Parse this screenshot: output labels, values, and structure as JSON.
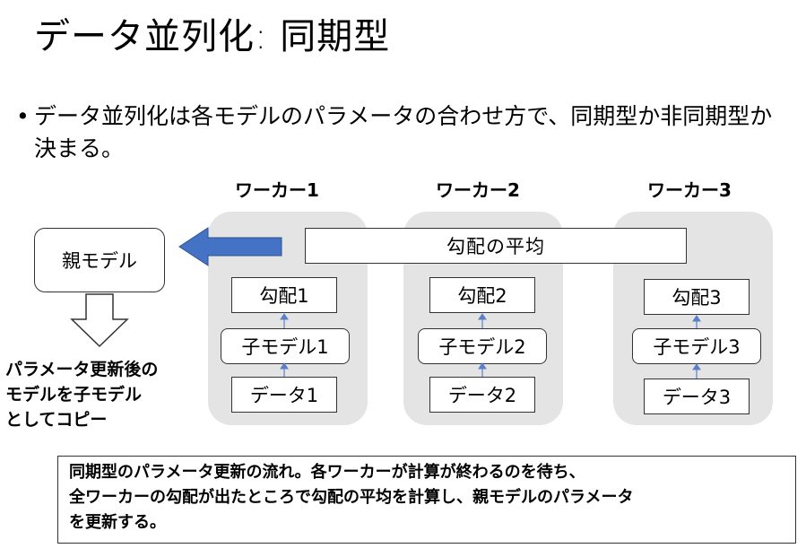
{
  "title": "データ並列化: 同期型",
  "bullet": "データ並列化は各モデルのパラメータの合わせ方で、同期型か非同期型か決まる。",
  "workers": [
    {
      "label": "ワーカー1",
      "grad": "勾配1",
      "model": "子モデル1",
      "data": "データ1"
    },
    {
      "label": "ワーカー2",
      "grad": "勾配2",
      "model": "子モデル2",
      "data": "データ2"
    },
    {
      "label": "ワーカー3",
      "grad": "勾配3",
      "model": "子モデル3",
      "data": "データ3"
    }
  ],
  "average_label": "勾配の平均",
  "parent_label": "親モデル",
  "copy_note": [
    "パラメータ更新後の",
    "モデルを子モデル",
    "としてコピー"
  ],
  "caption_lines": [
    "同期型のパラメータ更新の流れ。各ワーカーが計算が終わるのを待ち、",
    "全ワーカーの勾配が出たところで勾配の平均を計算し、親モデルのパラメータ",
    "を更新する。"
  ],
  "colors": {
    "worker_bg": "#e4e4e4",
    "arrow_blue": "#4472c4",
    "small_arrow": "#5b7fc7"
  }
}
